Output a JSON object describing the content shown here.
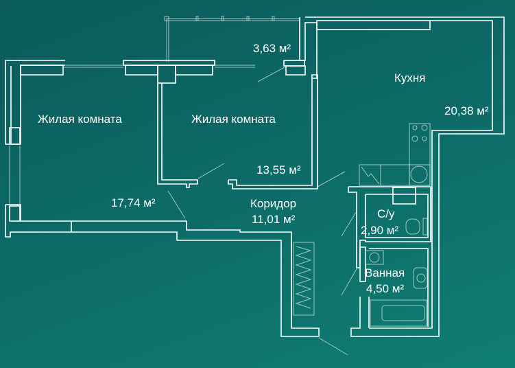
{
  "rooms": [
    {
      "name": "Жилая комната",
      "area": "17,74 м²"
    },
    {
      "name": "Жилая комната",
      "area": "13,55 м²"
    },
    {
      "name": "",
      "area": "3,63 м²"
    },
    {
      "name": "Кухня",
      "area": "20,38 м²"
    },
    {
      "name": "Коридор",
      "area": "11,01 м²"
    },
    {
      "name": "С/у",
      "area": "2,90 м²"
    },
    {
      "name": "Ванная",
      "area": "4,50 м²"
    }
  ],
  "colors": {
    "background": "#0d6b67",
    "walls": "#ffffff"
  }
}
